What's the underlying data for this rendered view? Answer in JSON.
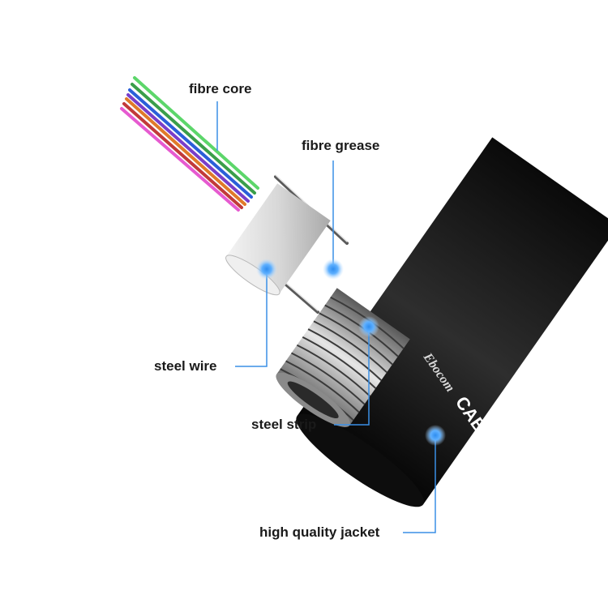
{
  "labels": {
    "fibre_core": "fibre core",
    "fibre_grease": "fibre grease",
    "steel_wire": "steel wire",
    "steel_strip": "steel strip",
    "high_quality_jacket": "high quality jacket"
  },
  "jacket_print": {
    "brand": "Ebocom",
    "text": "CABLE  GYXTW"
  },
  "colors": {
    "callout_line": "#3a8fe6",
    "callout_dot": "#4aa3ff",
    "jacket": "#1c1c1c",
    "fibres": [
      "#5cd66a",
      "#3a9e4a",
      "#2b5fd9",
      "#7a3ec9",
      "#e07a2a",
      "#c23a3a",
      "#e65ad0"
    ]
  }
}
